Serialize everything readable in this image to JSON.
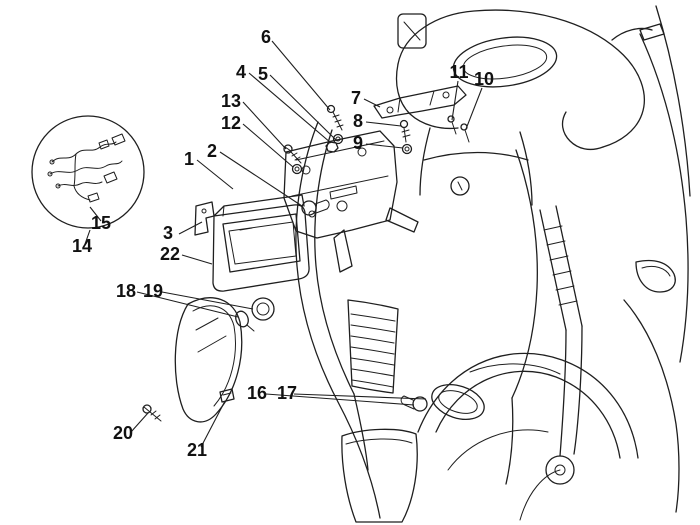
{
  "colors": {
    "background": "#ffffff",
    "line": "#1f1f1f",
    "label": "#111111"
  },
  "diagram": {
    "callouts": [
      {
        "label": "1"
      },
      {
        "label": "2"
      },
      {
        "label": "3"
      },
      {
        "label": "4"
      },
      {
        "label": "5"
      },
      {
        "label": "6"
      },
      {
        "label": "7"
      },
      {
        "label": "8"
      },
      {
        "label": "9"
      },
      {
        "label": "10"
      },
      {
        "label": "11"
      },
      {
        "label": "12"
      },
      {
        "label": "13"
      },
      {
        "label": "14"
      },
      {
        "label": "15"
      },
      {
        "label": "16"
      },
      {
        "label": "17"
      },
      {
        "label": "18"
      },
      {
        "label": "19"
      },
      {
        "label": "20"
      },
      {
        "label": "21"
      },
      {
        "label": "22"
      }
    ]
  }
}
